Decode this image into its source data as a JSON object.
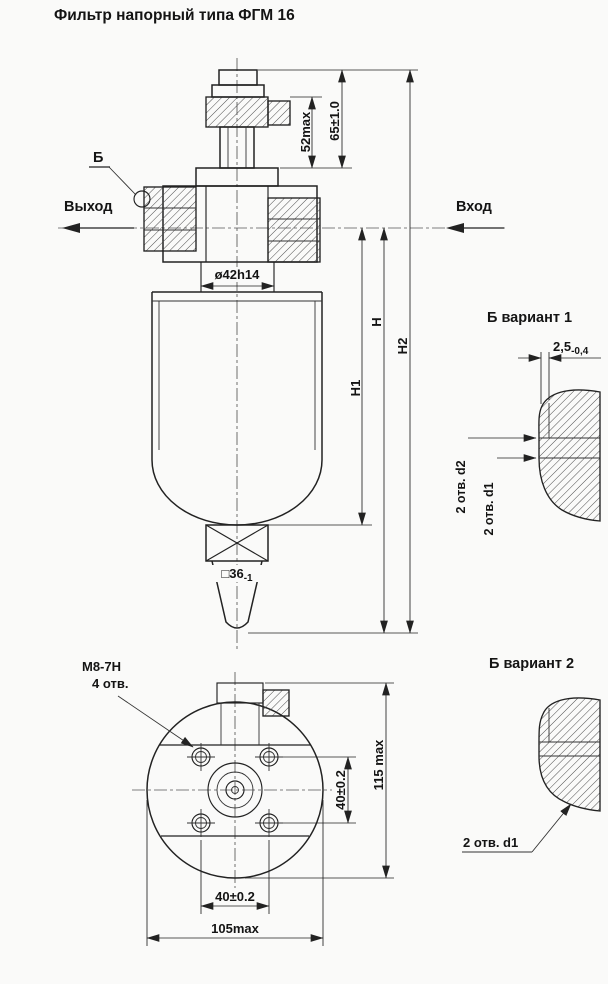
{
  "title": "Фильтр напорный типа ФГМ 16",
  "main_view": {
    "outlet_label": "Выход",
    "inlet_label": "Вход",
    "section_ref": "Б",
    "dim_52": "52max",
    "dim_65": "65±1.0",
    "dim_d42": "ø42h14",
    "dim_H": "H",
    "dim_H1": "H1",
    "dim_H2": "H2",
    "dim_square_main": "□36",
    "dim_square_tol": "-1"
  },
  "bottom_view": {
    "thread_spec": "М8-7Н",
    "thread_count": "4 отв.",
    "dim_115": "115 max",
    "dim_40_vert": "40±0.2",
    "dim_40_horiz": "40±0.2",
    "dim_105": "105max"
  },
  "variant1": {
    "title": "Б вариант 1",
    "dim_25_main": "2,5",
    "dim_25_tol": "-0,4",
    "label_holes_d2": "2 отв. d2",
    "label_holes_d1": "2 отв. d1"
  },
  "variant2": {
    "title": "Б вариант 2",
    "label_holes_d1": "2 отв. d1"
  }
}
